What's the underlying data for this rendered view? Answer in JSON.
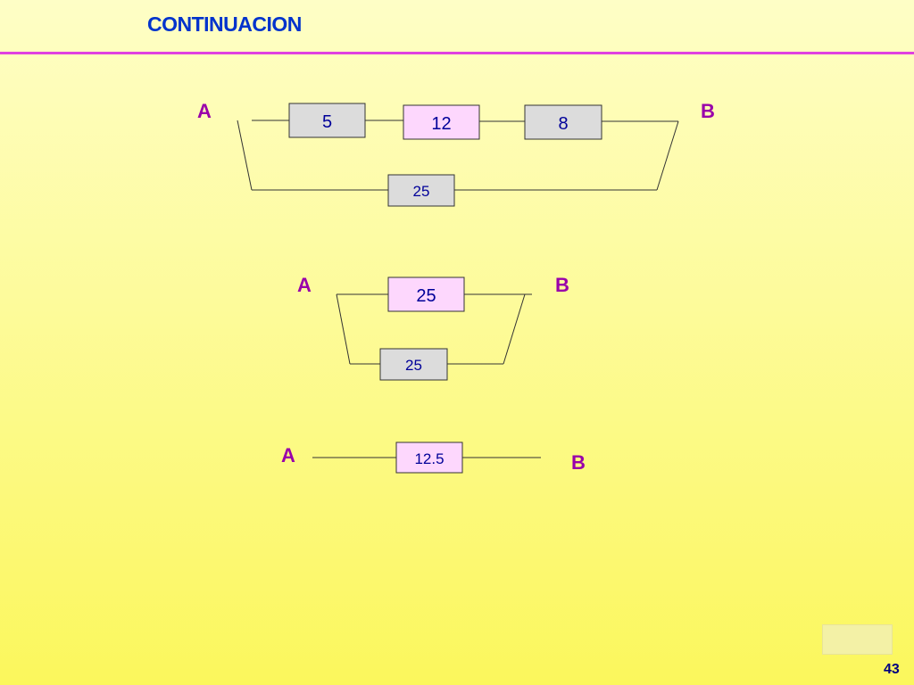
{
  "title": "CONTINUACION",
  "colors": {
    "title": "#0033cc",
    "rule": "#e040e0",
    "node_label": "#9900aa",
    "resistor_gray": "#dcdcdc",
    "resistor_pink": "#fdd7fd",
    "resistor_text": "#000099",
    "wire": "#333333"
  },
  "circuits": [
    {
      "node_a": "A",
      "node_b": "B",
      "resistors": [
        {
          "label": "5",
          "fill": "gray"
        },
        {
          "label": "12",
          "fill": "pink"
        },
        {
          "label": "8",
          "fill": "gray"
        },
        {
          "label": "25",
          "fill": "gray"
        }
      ]
    },
    {
      "node_a": "A",
      "node_b": "B",
      "resistors": [
        {
          "label": "25",
          "fill": "pink"
        },
        {
          "label": "25",
          "fill": "gray"
        }
      ]
    },
    {
      "node_a": "A",
      "node_b": "B",
      "resistors": [
        {
          "label": "12.5",
          "fill": "pink"
        }
      ]
    }
  ],
  "page_number": "43"
}
